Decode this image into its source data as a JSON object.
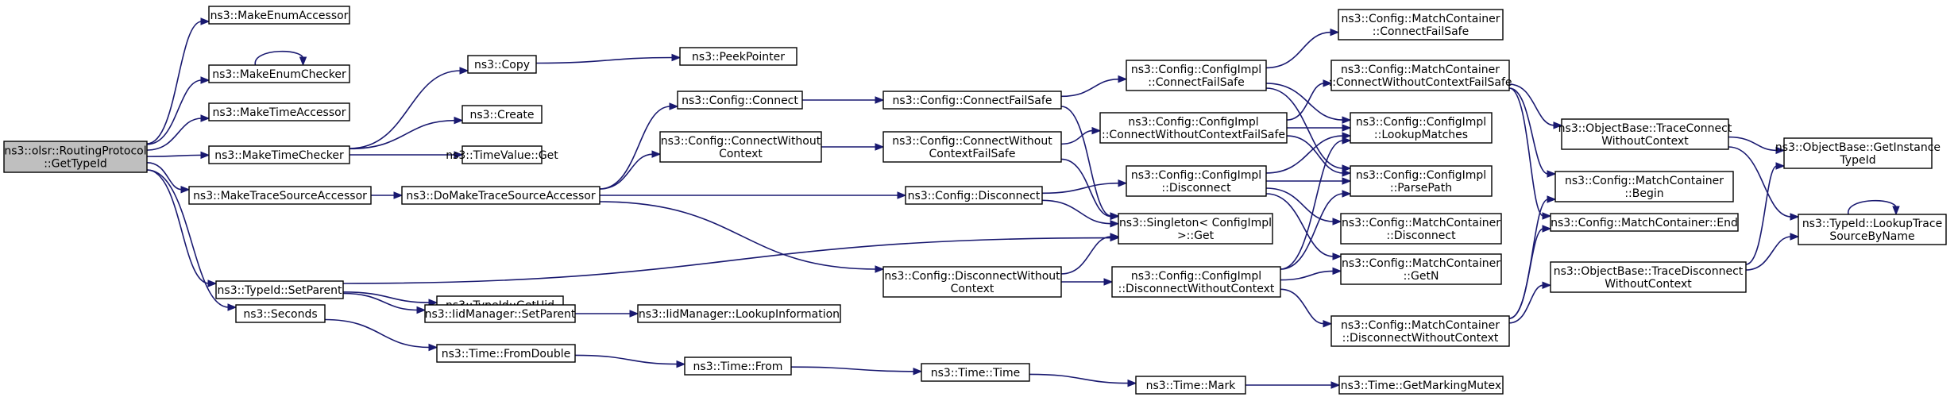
{
  "graph": {
    "nodes": [
      {
        "id": "root",
        "lines": [
          "ns3::olsr::RoutingProtocol",
          "::GetTypeId"
        ],
        "root": true
      },
      {
        "id": "makeEnumAccessor",
        "lines": [
          "ns3::MakeEnumAccessor"
        ]
      },
      {
        "id": "makeEnumChecker",
        "lines": [
          "ns3::MakeEnumChecker"
        ]
      },
      {
        "id": "makeTimeAccessor",
        "lines": [
          "ns3::MakeTimeAccessor"
        ]
      },
      {
        "id": "makeTimeChecker",
        "lines": [
          "ns3::MakeTimeChecker"
        ]
      },
      {
        "id": "makeTraceSourceAccessor",
        "lines": [
          "ns3::MakeTraceSourceAccessor"
        ]
      },
      {
        "id": "typeIdSetParent",
        "lines": [
          "ns3::TypeId::SetParent"
        ]
      },
      {
        "id": "seconds",
        "lines": [
          "ns3::Seconds"
        ]
      },
      {
        "id": "copy",
        "lines": [
          "ns3::Copy"
        ]
      },
      {
        "id": "create",
        "lines": [
          "ns3::Create"
        ]
      },
      {
        "id": "timeValueGet",
        "lines": [
          "ns3::TimeValue::Get"
        ]
      },
      {
        "id": "doMakeTraceSourceAccessor",
        "lines": [
          "ns3::DoMakeTraceSourceAccessor"
        ]
      },
      {
        "id": "typeIdGetUid",
        "lines": [
          "ns3::TypeId::GetUid"
        ]
      },
      {
        "id": "iidManagerSetParent",
        "lines": [
          "ns3::IidManager::SetParent"
        ]
      },
      {
        "id": "timeFromDouble",
        "lines": [
          "ns3::Time::FromDouble"
        ]
      },
      {
        "id": "peekPointer",
        "lines": [
          "ns3::PeekPointer"
        ]
      },
      {
        "id": "configConnect",
        "lines": [
          "ns3::Config::Connect"
        ]
      },
      {
        "id": "configConnectWithoutContext",
        "lines": [
          "ns3::Config::ConnectWithout",
          "Context"
        ]
      },
      {
        "id": "iidManagerLookupInformation",
        "lines": [
          "ns3::IidManager::LookupInformation"
        ]
      },
      {
        "id": "timeFrom",
        "lines": [
          "ns3::Time::From"
        ]
      },
      {
        "id": "configDisconnectWithoutContext",
        "lines": [
          "ns3::Config::DisconnectWithout",
          "Context"
        ]
      },
      {
        "id": "configConnectFailSafe",
        "lines": [
          "ns3::Config::ConnectFailSafe"
        ]
      },
      {
        "id": "configConnectWithoutContextFailSafe",
        "lines": [
          "ns3::Config::ConnectWithout",
          "ContextFailSafe"
        ]
      },
      {
        "id": "configDisconnect",
        "lines": [
          "ns3::Config::Disconnect"
        ]
      },
      {
        "id": "timeTime",
        "lines": [
          "ns3::Time::Time"
        ]
      },
      {
        "id": "implConnectFailSafe",
        "lines": [
          "ns3::Config::ConfigImpl",
          "::ConnectFailSafe"
        ]
      },
      {
        "id": "implConnectWithoutContextFailSafe",
        "lines": [
          "ns3::Config::ConfigImpl",
          "::ConnectWithoutContextFailSafe"
        ]
      },
      {
        "id": "implDisconnect",
        "lines": [
          "ns3::Config::ConfigImpl",
          "::Disconnect"
        ]
      },
      {
        "id": "singletonGet",
        "lines": [
          "ns3::Singleton< ConfigImpl",
          ">::Get"
        ]
      },
      {
        "id": "implDisconnectWithoutContext",
        "lines": [
          "ns3::Config::ConfigImpl",
          "::DisconnectWithoutContext"
        ]
      },
      {
        "id": "timeMark",
        "lines": [
          "ns3::Time::Mark"
        ]
      },
      {
        "id": "mcConnectFailSafe",
        "lines": [
          "ns3::Config::MatchContainer",
          "::ConnectFailSafe"
        ]
      },
      {
        "id": "mcConnectWithoutContextFailSafe",
        "lines": [
          "ns3::Config::MatchContainer",
          "::ConnectWithoutContextFailSafe"
        ]
      },
      {
        "id": "implLookupMatches",
        "lines": [
          "ns3::Config::ConfigImpl",
          "::LookupMatches"
        ]
      },
      {
        "id": "implParsePath",
        "lines": [
          "ns3::Config::ConfigImpl",
          "::ParsePath"
        ]
      },
      {
        "id": "mcDisconnect",
        "lines": [
          "ns3::Config::MatchContainer",
          "::Disconnect"
        ]
      },
      {
        "id": "mcGetN",
        "lines": [
          "ns3::Config::MatchContainer",
          "::GetN"
        ]
      },
      {
        "id": "mcDisconnectWithoutContext",
        "lines": [
          "ns3::Config::MatchContainer",
          "::DisconnectWithoutContext"
        ]
      },
      {
        "id": "timeGetMarkingMutex",
        "lines": [
          "ns3::Time::GetMarkingMutex"
        ]
      },
      {
        "id": "obTraceConnectWithoutContext",
        "lines": [
          "ns3::ObjectBase::TraceConnect",
          "WithoutContext"
        ]
      },
      {
        "id": "mcBegin",
        "lines": [
          "ns3::Config::MatchContainer",
          "::Begin"
        ]
      },
      {
        "id": "mcEnd",
        "lines": [
          "ns3::Config::MatchContainer::End"
        ]
      },
      {
        "id": "obTraceDisconnectWithoutContext",
        "lines": [
          "ns3::ObjectBase::TraceDisconnect",
          "WithoutContext"
        ]
      },
      {
        "id": "obGetInstanceTypeId",
        "lines": [
          "ns3::ObjectBase::GetInstance",
          "TypeId"
        ]
      },
      {
        "id": "typeIdLookupTraceSourceByName",
        "lines": [
          "ns3::TypeId::LookupTrace",
          "SourceByName"
        ]
      }
    ],
    "edges": [
      [
        "root",
        "makeEnumAccessor"
      ],
      [
        "root",
        "makeEnumChecker"
      ],
      [
        "root",
        "makeTimeAccessor"
      ],
      [
        "root",
        "makeTimeChecker"
      ],
      [
        "root",
        "makeTraceSourceAccessor"
      ],
      [
        "root",
        "typeIdSetParent"
      ],
      [
        "root",
        "seconds"
      ],
      [
        "makeEnumChecker",
        "makeEnumChecker"
      ],
      [
        "makeTimeChecker",
        "copy"
      ],
      [
        "makeTimeChecker",
        "create"
      ],
      [
        "makeTimeChecker",
        "timeValueGet"
      ],
      [
        "copy",
        "peekPointer"
      ],
      [
        "makeTraceSourceAccessor",
        "doMakeTraceSourceAccessor"
      ],
      [
        "doMakeTraceSourceAccessor",
        "configConnect"
      ],
      [
        "doMakeTraceSourceAccessor",
        "configConnectWithoutContext"
      ],
      [
        "doMakeTraceSourceAccessor",
        "configDisconnect"
      ],
      [
        "doMakeTraceSourceAccessor",
        "configDisconnectWithoutContext"
      ],
      [
        "typeIdSetParent",
        "typeIdGetUid"
      ],
      [
        "typeIdSetParent",
        "iidManagerSetParent"
      ],
      [
        "typeIdSetParent",
        "singletonGet"
      ],
      [
        "iidManagerSetParent",
        "iidManagerLookupInformation"
      ],
      [
        "seconds",
        "timeFromDouble"
      ],
      [
        "timeFromDouble",
        "timeFrom"
      ],
      [
        "timeFrom",
        "timeTime"
      ],
      [
        "timeTime",
        "timeMark"
      ],
      [
        "timeMark",
        "timeGetMarkingMutex"
      ],
      [
        "configConnect",
        "configConnectFailSafe"
      ],
      [
        "configConnectWithoutContext",
        "configConnectWithoutContextFailSafe"
      ],
      [
        "configConnectFailSafe",
        "implConnectFailSafe"
      ],
      [
        "configConnectFailSafe",
        "singletonGet"
      ],
      [
        "configConnectWithoutContextFailSafe",
        "implConnectWithoutContextFailSafe"
      ],
      [
        "configConnectWithoutContextFailSafe",
        "singletonGet"
      ],
      [
        "configDisconnect",
        "implDisconnect"
      ],
      [
        "configDisconnect",
        "singletonGet"
      ],
      [
        "configDisconnectWithoutContext",
        "implDisconnectWithoutContext"
      ],
      [
        "configDisconnectWithoutContext",
        "singletonGet"
      ],
      [
        "implConnectFailSafe",
        "mcConnectFailSafe"
      ],
      [
        "implConnectFailSafe",
        "implLookupMatches"
      ],
      [
        "implConnectFailSafe",
        "implParsePath"
      ],
      [
        "implConnectWithoutContextFailSafe",
        "mcConnectWithoutContextFailSafe"
      ],
      [
        "implConnectWithoutContextFailSafe",
        "implLookupMatches"
      ],
      [
        "implConnectWithoutContextFailSafe",
        "implParsePath"
      ],
      [
        "implDisconnect",
        "implLookupMatches"
      ],
      [
        "implDisconnect",
        "implParsePath"
      ],
      [
        "implDisconnect",
        "mcDisconnect"
      ],
      [
        "implDisconnect",
        "mcGetN"
      ],
      [
        "implDisconnectWithoutContext",
        "implLookupMatches"
      ],
      [
        "implDisconnectWithoutContext",
        "implParsePath"
      ],
      [
        "implDisconnectWithoutContext",
        "mcGetN"
      ],
      [
        "implDisconnectWithoutContext",
        "mcDisconnectWithoutContext"
      ],
      [
        "mcConnectWithoutContextFailSafe",
        "obTraceConnectWithoutContext"
      ],
      [
        "mcConnectWithoutContextFailSafe",
        "mcBegin"
      ],
      [
        "mcConnectWithoutContextFailSafe",
        "mcEnd"
      ],
      [
        "mcDisconnectWithoutContext",
        "mcBegin"
      ],
      [
        "mcDisconnectWithoutContext",
        "mcEnd"
      ],
      [
        "mcDisconnectWithoutContext",
        "obTraceDisconnectWithoutContext"
      ],
      [
        "obTraceConnectWithoutContext",
        "obGetInstanceTypeId"
      ],
      [
        "obTraceConnectWithoutContext",
        "typeIdLookupTraceSourceByName"
      ],
      [
        "obTraceDisconnectWithoutContext",
        "obGetInstanceTypeId"
      ],
      [
        "obTraceDisconnectWithoutContext",
        "typeIdLookupTraceSourceByName"
      ],
      [
        "typeIdLookupTraceSourceByName",
        "typeIdLookupTraceSourceByName"
      ]
    ]
  }
}
